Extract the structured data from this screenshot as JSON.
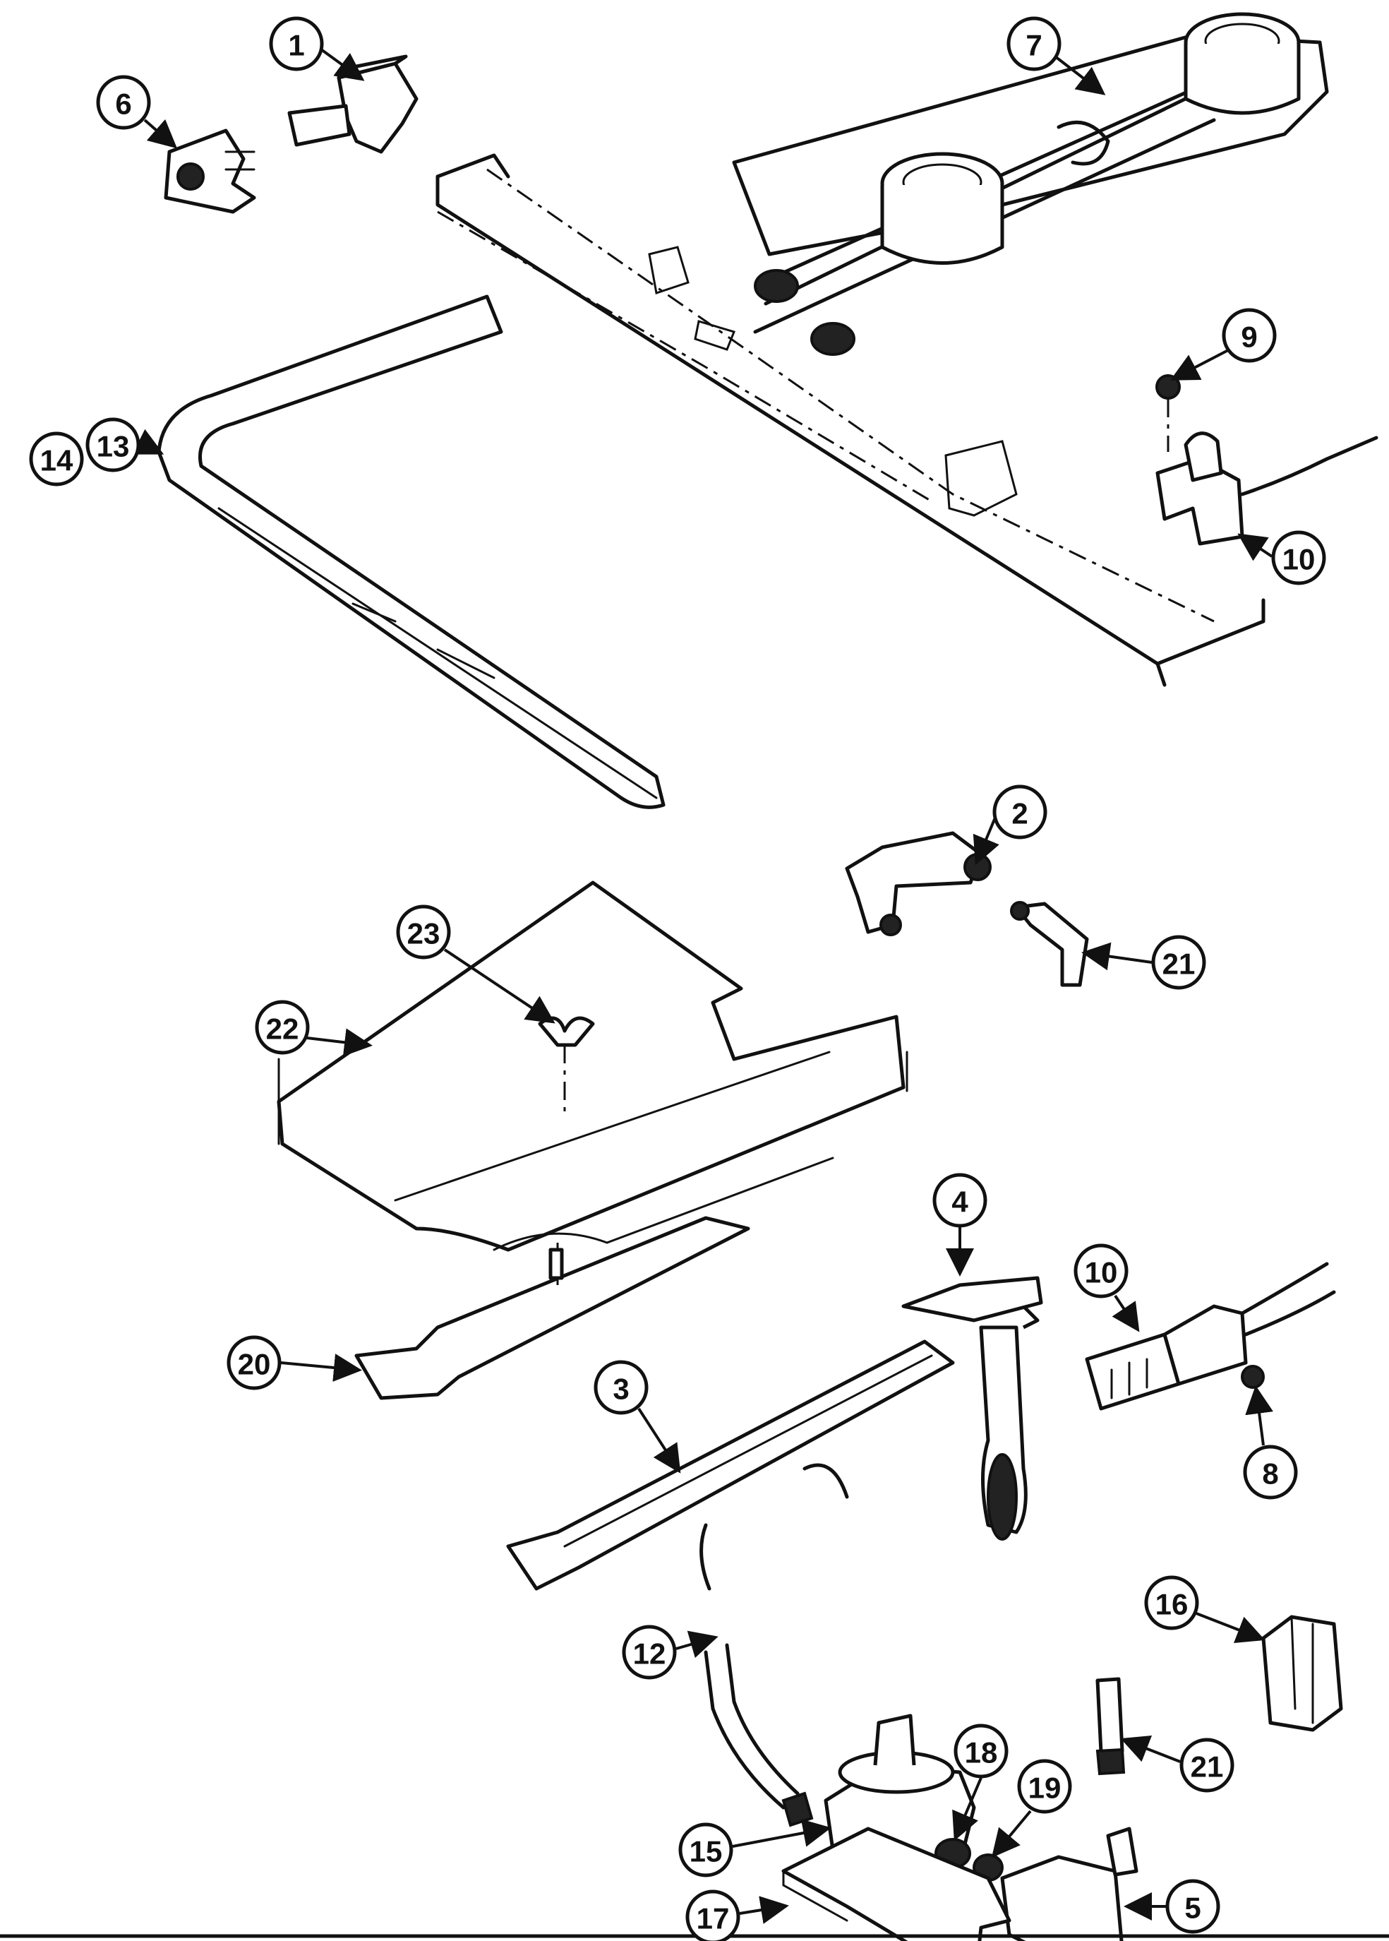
{
  "callouts": [
    "1",
    "2",
    "3",
    "4",
    "5",
    "6",
    "7",
    "8",
    "9",
    "10",
    "10",
    "12",
    "13",
    "14",
    "15",
    "16",
    "17",
    "18",
    "19",
    "20",
    "21",
    "21",
    "22",
    "23"
  ]
}
